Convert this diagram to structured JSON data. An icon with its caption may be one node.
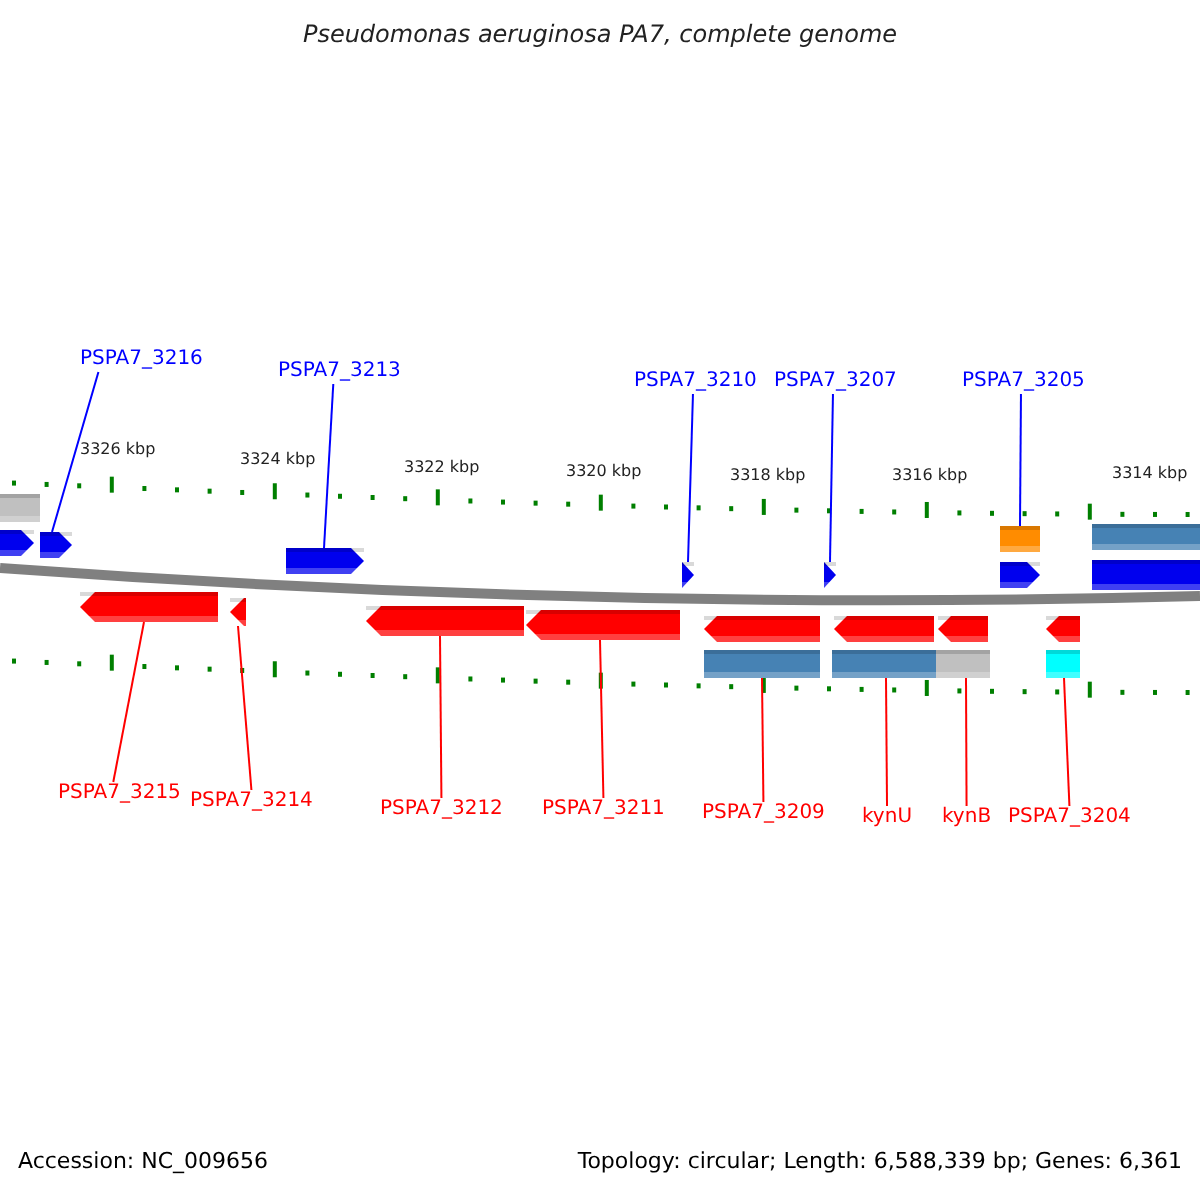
{
  "diagram": {
    "title": "Pseudomonas aeruginosa PA7, complete genome",
    "nodes": [
      {
        "text": [
          "PSPA7_3216"
        ]
      },
      {
        "text": [
          "PSPA7_3213"
        ]
      },
      {
        "text": [
          "PSPA7_3210"
        ]
      },
      {
        "text": [
          "PSPA7_3207"
        ]
      },
      {
        "text": [
          "PSPA7_3205"
        ]
      },
      {
        "text": [
          "PSPA7_3215"
        ]
      },
      {
        "text": [
          "PSPA7_3214"
        ]
      },
      {
        "text": [
          "PSPA7_3212"
        ]
      },
      {
        "text": [
          "PSPA7_3211"
        ]
      },
      {
        "text": [
          "PSPA7_3209"
        ]
      },
      {
        "text": [
          "kynU"
        ]
      },
      {
        "text": [
          "kynB"
        ]
      },
      {
        "text": [
          "PSPA7_3204"
        ]
      },
      {
        "text": [],
        "shape": "box"
      },
      {
        "text": [],
        "shape": "arrow"
      },
      {
        "text": [],
        "shape": "arrow"
      },
      {
        "text": [],
        "shape": "arrow"
      },
      {
        "text": [],
        "shape": "arrow"
      },
      {
        "text": [],
        "shape": "arrow"
      },
      {
        "text": [],
        "shape": "box"
      },
      {
        "text": [],
        "shape": "arrow"
      },
      {
        "text": [],
        "shape": "box"
      },
      {
        "text": [],
        "shape": "box"
      },
      {
        "text": [],
        "shape": "arrow"
      },
      {
        "text": [],
        "shape": "arrow"
      },
      {
        "text": [],
        "shape": "arrow"
      },
      {
        "text": [],
        "shape": "arrow"
      },
      {
        "text": [],
        "shape": "arrow"
      },
      {
        "text": [],
        "shape": "arrow"
      },
      {
        "text": [],
        "shape": "arrow"
      },
      {
        "text": [],
        "shape": "arrow"
      },
      {
        "text": [],
        "shape": "box"
      },
      {
        "text": [],
        "shape": "box"
      },
      {
        "text": [],
        "shape": "box"
      },
      {
        "text": [],
        "shape": "box"
      }
    ],
    "edges": [
      {
        "from": 0,
        "to": 15,
        "arrow": "none",
        "color": "#0000ff"
      },
      {
        "from": 1,
        "to": 16,
        "arrow": "none",
        "color": "#0000ff"
      },
      {
        "from": 2,
        "to": 17,
        "arrow": "none",
        "color": "#0000ff"
      },
      {
        "from": 3,
        "to": 18,
        "arrow": "none",
        "color": "#0000ff"
      },
      {
        "from": 4,
        "to": 19,
        "arrow": "none",
        "color": "#0000ff"
      },
      {
        "from": 5,
        "to": 23,
        "arrow": "none"
      },
      {
        "from": 6,
        "to": 24,
        "arrow": "none"
      },
      {
        "from": 7,
        "to": 25,
        "arrow": "none"
      },
      {
        "from": 8,
        "to": 26,
        "arrow": "none"
      },
      {
        "from": 9,
        "to": 31,
        "arrow": "none"
      },
      {
        "from": 10,
        "to": 32,
        "arrow": "none"
      },
      {
        "from": 11,
        "to": 33,
        "arrow": "none"
      },
      {
        "from": 12,
        "to": 34,
        "arrow": "none"
      }
    ],
    "labels": [
      "3326 kbp",
      "3324 kbp",
      "3322 kbp",
      "3320 kbp",
      "3318 kbp",
      "3316 kbp",
      "3314 kbp",
      "Accession: NC_009656",
      "Topology: circular; Length: 6,588,339 bp; Genes: 6,361"
    ]
  }
}
